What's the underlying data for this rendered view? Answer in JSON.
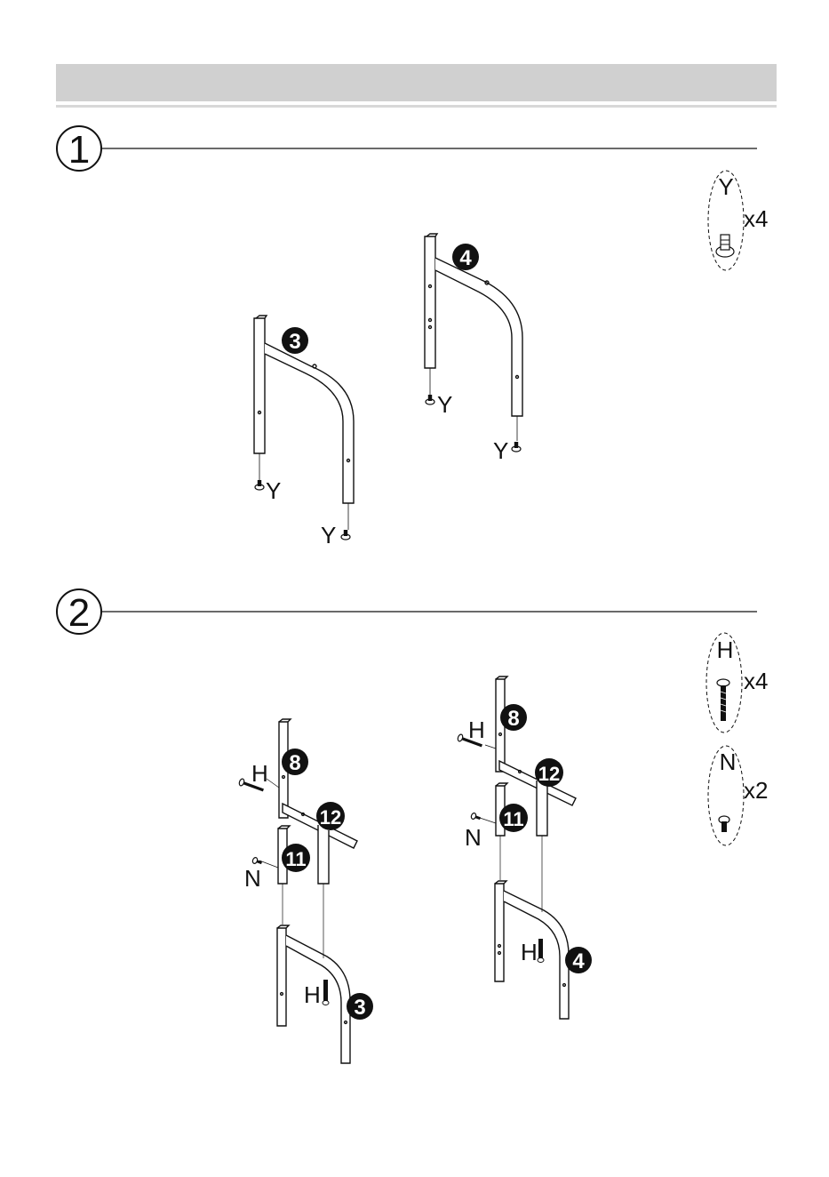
{
  "steps": [
    {
      "number": "1",
      "hardware": [
        {
          "letter": "Y",
          "qty": "x4"
        }
      ],
      "parts": [
        {
          "badge": "3",
          "labels": [
            "Y",
            "Y"
          ]
        },
        {
          "badge": "4",
          "labels": [
            "Y",
            "Y"
          ]
        }
      ]
    },
    {
      "number": "2",
      "hardware": [
        {
          "letter": "H",
          "qty": "x4"
        },
        {
          "letter": "N",
          "qty": "x2"
        }
      ],
      "assemblies": [
        {
          "badges": [
            "8",
            "12",
            "11",
            "3"
          ],
          "labels": {
            "h_top": "H",
            "n": "N",
            "h_bottom": "H"
          }
        },
        {
          "badges": [
            "8",
            "12",
            "11",
            "4"
          ],
          "labels": {
            "h_top": "H",
            "n": "N",
            "h_bottom": "H"
          }
        }
      ]
    }
  ]
}
